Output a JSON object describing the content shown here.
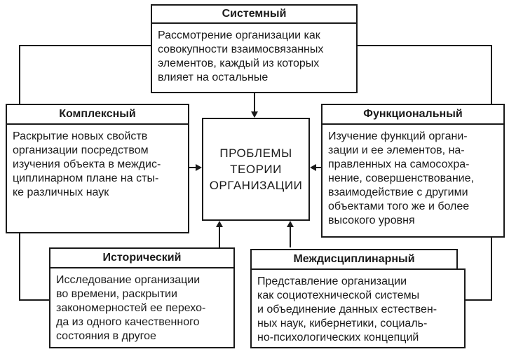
{
  "center": {
    "title": "ПРОБЛЕМЫ\nТЕОРИИ\nОРГАНИЗАЦИИ"
  },
  "approaches": {
    "systemic": {
      "title": "Системный",
      "description": "Рассмотрение организации как\nсовокупности взаимосвязанных\nэлементов, каждый из которых\nвлияет на остальные"
    },
    "complex": {
      "title": "Комплексный",
      "description": "Раскрытие новых свойств\nорганизации посредством\nизучения объекта в междис-\nциплинарном плане на сты-\nке различных наук"
    },
    "functional": {
      "title": "Функциональный",
      "description": "Изучение функций органи-\nзации и ее элементов, на-\nправленных на самосохра-\nнение, совершенствование,\nвзаимодействие с другими\nобъектами того же и более\nвысокого уровня"
    },
    "historical": {
      "title": "Исторический",
      "description": "Исследование организации\nво времени, раскрытии\nзакономерностей ее перехо-\nда из одного качественного\nсостояния в другое"
    },
    "interdisciplinary": {
      "title": "Междисциплинарный",
      "description": "Представление организации\nкак социотехнической системы\nи объединение данных естествен-\nных наук, кибернетики, социаль-\nно-психологических концепций"
    }
  },
  "colors": {
    "line": "#1a1a1a",
    "background": "#ffffff"
  }
}
